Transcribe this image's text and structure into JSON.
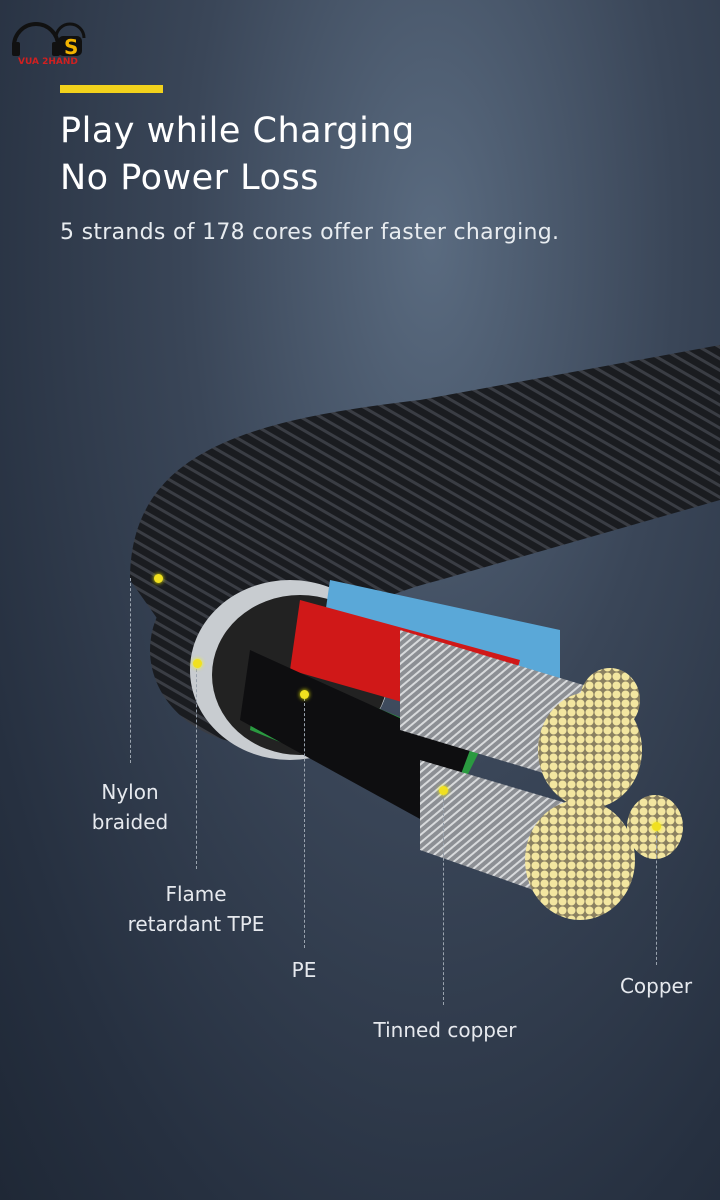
{
  "logo": {
    "text": "VUA 2HAND"
  },
  "headline": {
    "line1": "Play while Charging",
    "line2": "No Power Loss"
  },
  "subtitle": "5 strands of 178 cores offer faster charging.",
  "labels": {
    "nylon_line1": "Nylon",
    "nylon_line2": "braided",
    "flame_line1": "Flame",
    "flame_line2": "retardant TPE",
    "pe": "PE",
    "tinned": "Tinned copper",
    "copper": "Copper"
  },
  "colors": {
    "accent": "#f2d21c"
  }
}
